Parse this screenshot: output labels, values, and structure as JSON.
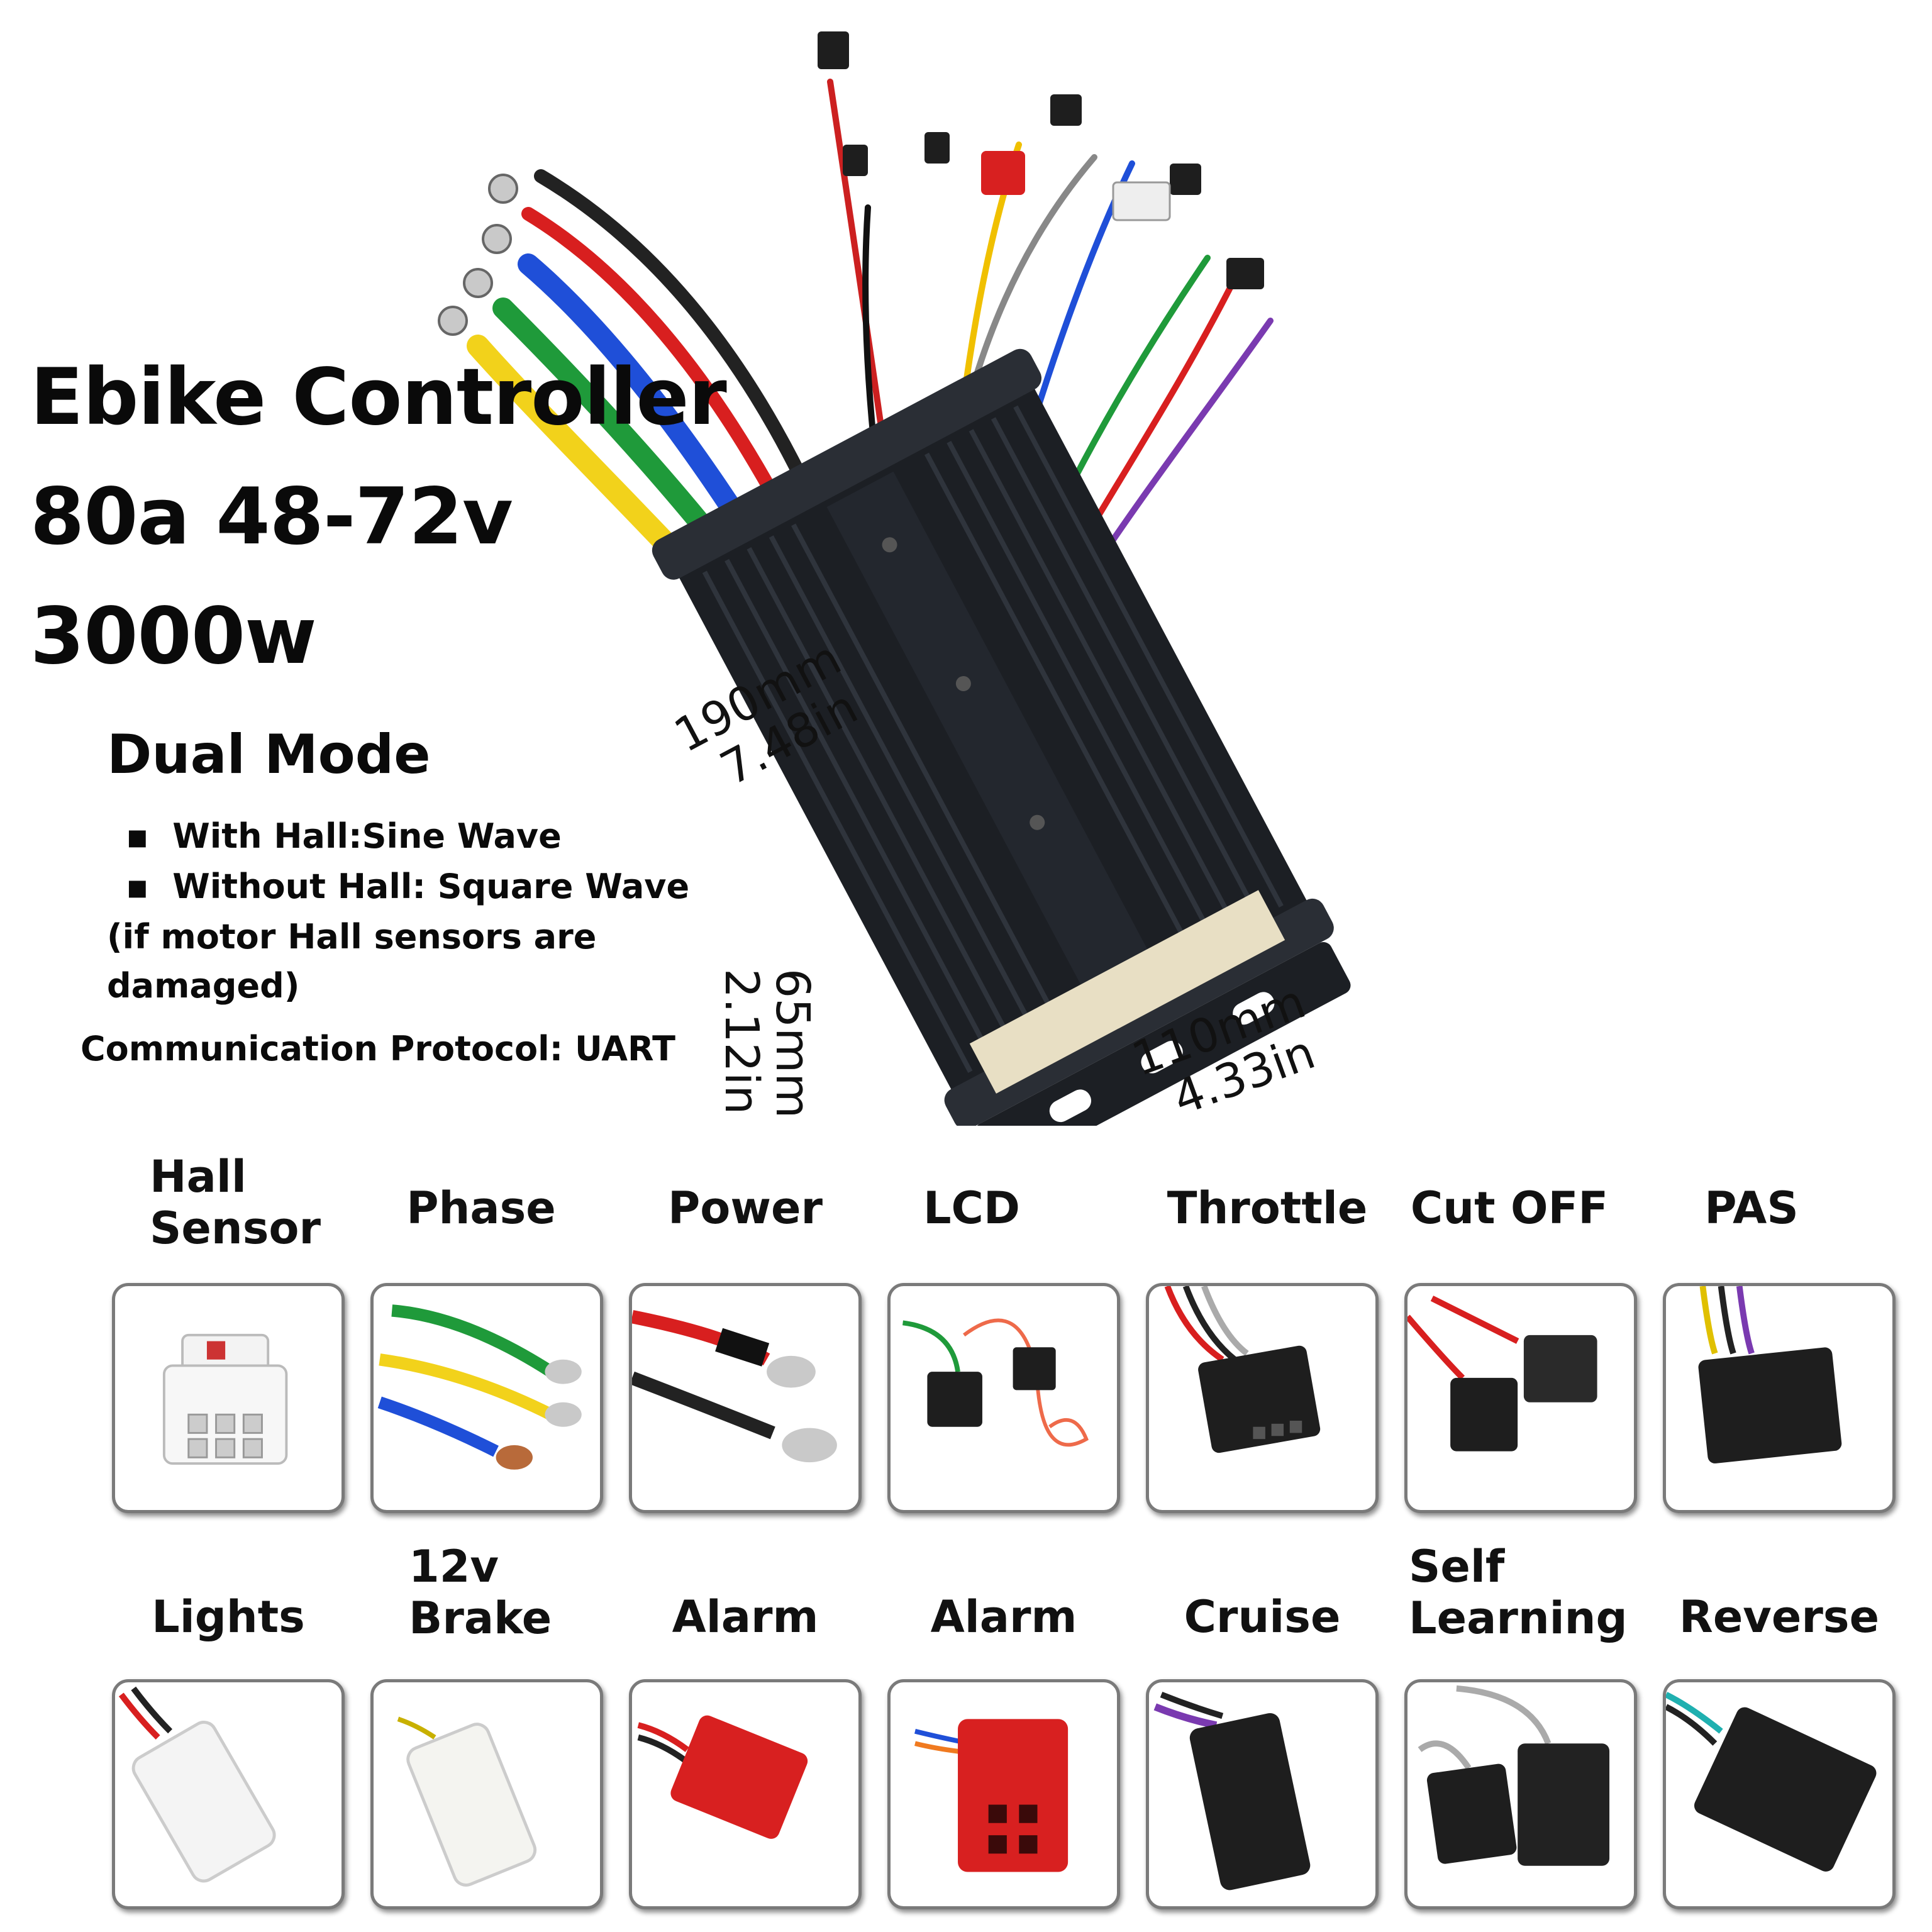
{
  "product": {
    "title_line1": "Ebike Controller",
    "title_line2": "80a 48-72v",
    "title_line3": "3000w",
    "mode_heading": "Dual Mode",
    "bullets": [
      "With Hall:Sine Wave",
      "Without Hall: Square Wave"
    ],
    "note_line1": "(if motor Hall sensors are",
    "note_line2": "damaged)",
    "protocol": "Communication Protocol: UART"
  },
  "dimensions": {
    "length_mm": "190mm",
    "length_in": "7.48in",
    "height_mm": "65mm",
    "height_in": "2.12in",
    "width_mm": "110mm",
    "width_in": "4.33in"
  },
  "connectors_row1": [
    {
      "label_1": "Hall",
      "label_2": "Sensor",
      "icon": "hall-connector-icon"
    },
    {
      "label_1": "Phase",
      "label_2": "",
      "icon": "phase-wires-icon"
    },
    {
      "label_1": "Power",
      "label_2": "",
      "icon": "power-cable-icon"
    },
    {
      "label_1": "LCD",
      "label_2": "",
      "icon": "lcd-connector-icon"
    },
    {
      "label_1": "Throttle",
      "label_2": "",
      "icon": "throttle-connector-icon"
    },
    {
      "label_1": "Cut OFF",
      "label_2": "",
      "icon": "cutoff-connector-icon"
    },
    {
      "label_1": "PAS",
      "label_2": "",
      "icon": "pas-connector-icon"
    }
  ],
  "connectors_row2": [
    {
      "label_1": "Lights",
      "label_2": "",
      "icon": "lights-connector-icon"
    },
    {
      "label_1": "12v",
      "label_2": "Brake",
      "icon": "brake-connector-icon"
    },
    {
      "label_1": "Alarm",
      "label_2": "",
      "icon": "alarm-connector-icon"
    },
    {
      "label_1": "Alarm",
      "label_2": "",
      "icon": "alarm-red-connector-icon"
    },
    {
      "label_1": "Cruise",
      "label_2": "",
      "icon": "cruise-connector-icon"
    },
    {
      "label_1": "Self",
      "label_2": "Learning",
      "icon": "self-learning-connector-icon"
    },
    {
      "label_1": "Reverse",
      "label_2": "",
      "icon": "reverse-connector-icon"
    }
  ],
  "colors": {
    "housing": "#1c1f24",
    "wire_yellow": "#f2d21b",
    "wire_green": "#1f9a3a",
    "wire_blue": "#1f4fd8",
    "wire_red": "#d81f1f",
    "tile_border": "#7a7a7a"
  }
}
